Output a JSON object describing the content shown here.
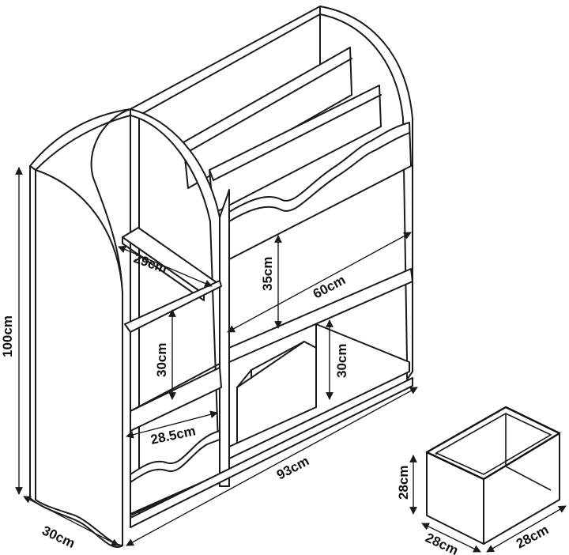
{
  "diagram": {
    "labels": {
      "height_total": "100cm",
      "depth_total": "30cm",
      "width_total": "93cm",
      "shelf_depth_top": "29cm",
      "shelf_depth_lower": "28.5cm",
      "book_section_height": "35cm",
      "book_section_width": "60cm",
      "left_compartment_height": "30cm",
      "right_compartment_height": "30cm",
      "bin_height": "28cm",
      "bin_depth": "28cm",
      "bin_width": "28cm"
    }
  }
}
